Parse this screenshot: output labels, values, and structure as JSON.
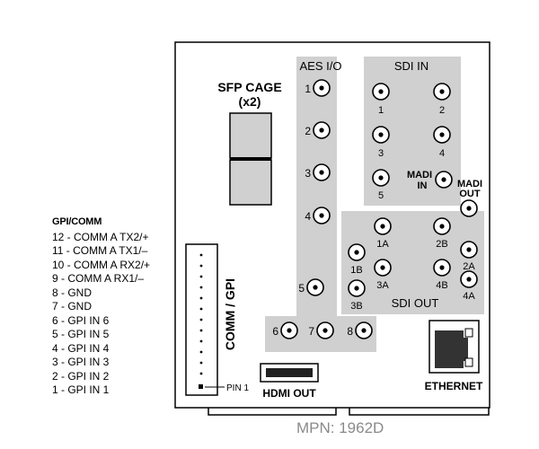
{
  "labels": {
    "sfp_cage_line1": "SFP CAGE",
    "sfp_cage_line2": "(x2)",
    "aes_io": "AES I/O",
    "sdi_in": "SDI IN",
    "madi_in_line1": "MADI",
    "madi_in_line2": "IN",
    "madi_out_line1": "MADI",
    "madi_out_line2": "OUT",
    "sdi_out": "SDI OUT",
    "comm_gpi": "COMM / GPI",
    "pin1": "PIN 1",
    "hdmi_out": "HDMI OUT",
    "ethernet": "ETHERNET",
    "mpn": "MPN: 1962D"
  },
  "aes_ports": [
    "1",
    "2",
    "3",
    "4",
    "5",
    "6",
    "7",
    "8"
  ],
  "sdi_in_ports": [
    "1",
    "2",
    "3",
    "4",
    "5"
  ],
  "sdi_out_ports": [
    "1A",
    "2B",
    "1B",
    "3A",
    "4B",
    "3B",
    "2A",
    "4A"
  ],
  "gpi_comm": {
    "title": "GPI/COMM",
    "pins": [
      "12 - COMM A TX2/+",
      "11 - COMM A TX1/–",
      "10 - COMM A RX2/+",
      "9 - COMM A RX1/–",
      "8 - GND",
      "7 - GND",
      "6 - GPI IN 6",
      "5 - GPI IN 5",
      "4 - GPI IN 4",
      "3 - GPI IN 3",
      "2 - GPI IN 2",
      "1 - GPI IN 1"
    ]
  },
  "colors": {
    "panel_fill": "#d0d0d0",
    "outline": "#000000",
    "mpn_text": "#8a8a8a"
  }
}
